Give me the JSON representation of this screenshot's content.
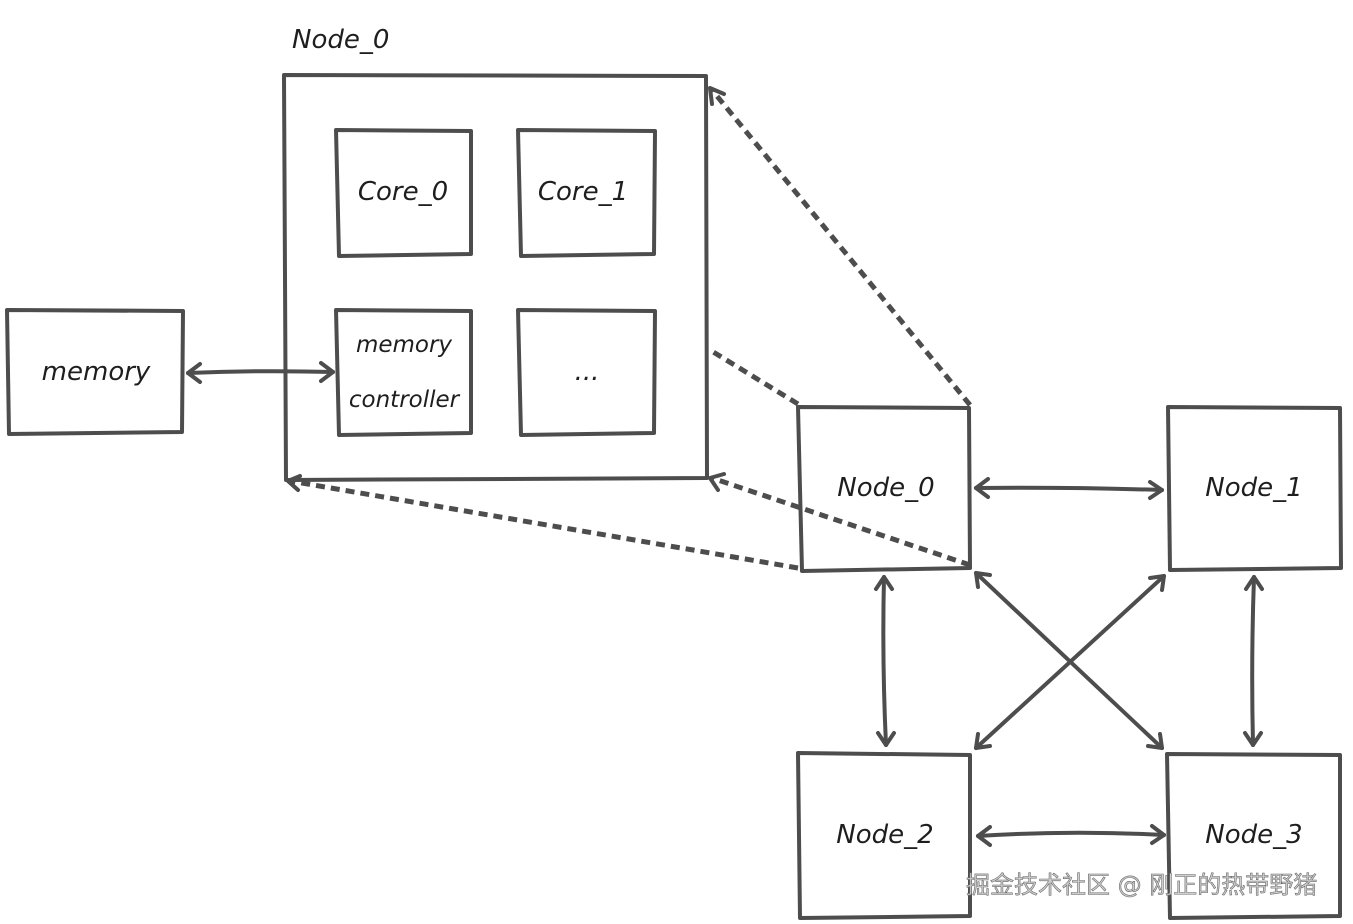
{
  "diagram": {
    "title": "Node_0",
    "memory_label": "memory",
    "node0_detail": {
      "cores": [
        {
          "label": "Core_0"
        },
        {
          "label": "Core_1"
        },
        {
          "label_line1": "memory",
          "label_line2": "controller"
        },
        {
          "label": "..."
        }
      ]
    },
    "nodes": [
      {
        "label": "Node_0"
      },
      {
        "label": "Node_1"
      },
      {
        "label": "Node_2"
      },
      {
        "label": "Node_3"
      }
    ],
    "connections": [
      {
        "from": "memory",
        "to": "memory controller",
        "type": "bidirectional"
      },
      {
        "from": "Node_0",
        "to": "Node_1",
        "type": "bidirectional"
      },
      {
        "from": "Node_0",
        "to": "Node_2",
        "type": "bidirectional"
      },
      {
        "from": "Node_1",
        "to": "Node_3",
        "type": "bidirectional"
      },
      {
        "from": "Node_2",
        "to": "Node_3",
        "type": "bidirectional"
      },
      {
        "from": "Node_0",
        "to": "Node_3",
        "type": "bidirectional"
      },
      {
        "from": "Node_1",
        "to": "Node_2",
        "type": "bidirectional"
      }
    ],
    "stroke_color": "#4d4d4d"
  },
  "watermark": "掘金技术社区 @ 刚正的热带野猪"
}
